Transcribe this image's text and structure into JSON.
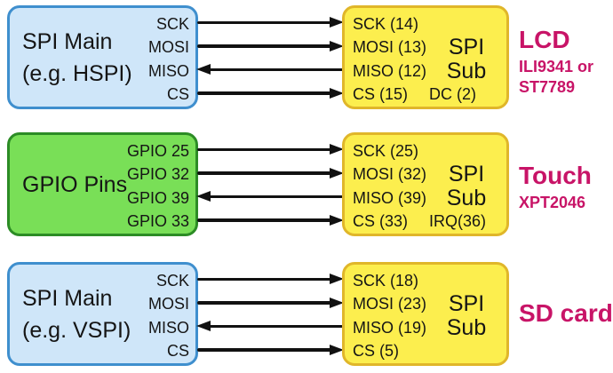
{
  "colors": {
    "spi_main_box_fill": "#cfe6f9",
    "spi_main_box_border": "#3f8fce",
    "gpio_box_fill": "#79df57",
    "gpio_box_border": "#2c8c25",
    "spi_sub_box_fill": "#fcee4e",
    "spi_sub_box_border": "#e0b62a",
    "device_label_text": "#c81467",
    "wire": "#111111"
  },
  "rows": [
    {
      "left_box": {
        "title_line1": "SPI Main",
        "title_line2": "(e.g. HSPI)",
        "pins": [
          "SCK",
          "MOSI",
          "MISO",
          "CS"
        ]
      },
      "wires": {
        "dirs": [
          "right",
          "right",
          "left",
          "right"
        ]
      },
      "right_box": {
        "pins": [
          "SCK (14)",
          "MOSI (13)",
          "MISO (12)",
          "CS (15)"
        ],
        "extra_pin": "DC (2)",
        "role_line1": "SPI",
        "role_line2": "Sub"
      },
      "device": {
        "name": "LCD",
        "detail_line1": "ILI9341 or",
        "detail_line2": "ST7789"
      }
    },
    {
      "left_box": {
        "title_line1": "GPIO Pins",
        "title_line2": "",
        "pins": [
          "GPIO 25",
          "GPIO 32",
          "GPIO 39",
          "GPIO 33"
        ]
      },
      "wires": {
        "dirs": [
          "right",
          "right",
          "left",
          "right"
        ]
      },
      "right_box": {
        "pins": [
          "SCK (25)",
          "MOSI (32)",
          "MISO (39)",
          "CS (33)"
        ],
        "extra_pin": "IRQ(36)",
        "role_line1": "SPI",
        "role_line2": "Sub"
      },
      "device": {
        "name": "Touch",
        "detail_line1": "XPT2046",
        "detail_line2": ""
      }
    },
    {
      "left_box": {
        "title_line1": "SPI Main",
        "title_line2": "(e.g. VSPI)",
        "pins": [
          "SCK",
          "MOSI",
          "MISO",
          "CS"
        ]
      },
      "wires": {
        "dirs": [
          "right",
          "right",
          "left",
          "right"
        ]
      },
      "right_box": {
        "pins": [
          "SCK (18)",
          "MOSI (23)",
          "MISO (19)",
          "CS (5)"
        ],
        "extra_pin": "",
        "role_line1": "SPI",
        "role_line2": "Sub"
      },
      "device": {
        "name": "SD card",
        "detail_line1": "",
        "detail_line2": ""
      }
    }
  ]
}
